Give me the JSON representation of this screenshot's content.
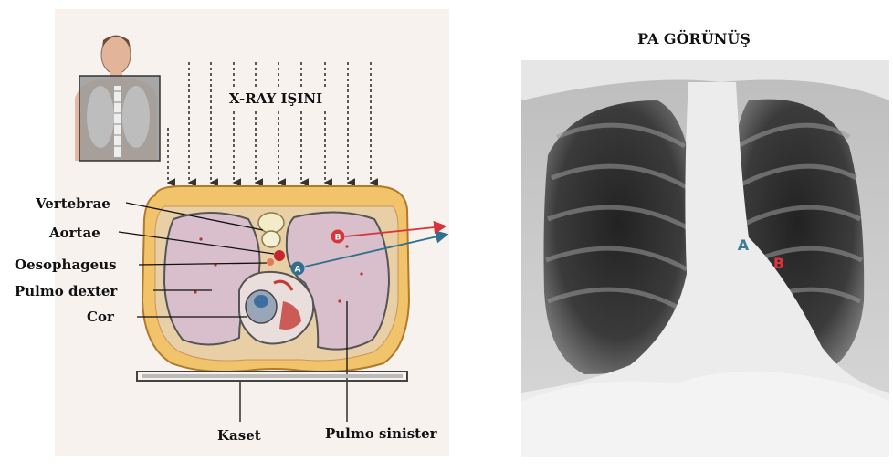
{
  "left_figure": {
    "beam_label": "X-RAY IŞINI",
    "labels": {
      "vertebrae": "Vertebrae",
      "aortae": "Aortae",
      "oesophageus": "Oesophageus",
      "pulmo_dexter": "Pulmo dexter",
      "cor": "Cor",
      "kaset": "Kaset",
      "pulmo_sinister": "Pulmo sinister"
    },
    "markers": {
      "a": "A",
      "b": "B"
    },
    "colors": {
      "marker_a": "#2f6f8f",
      "marker_b": "#d9343a",
      "body_fat": "#f1c36a",
      "lung": "#d9bfcb"
    }
  },
  "right_figure": {
    "title": "PA GÖRÜNÜŞ",
    "markers": {
      "a": "A",
      "b": "B"
    },
    "colors": {
      "marker_a": "#3d7d96",
      "marker_b": "#e0343a"
    }
  }
}
